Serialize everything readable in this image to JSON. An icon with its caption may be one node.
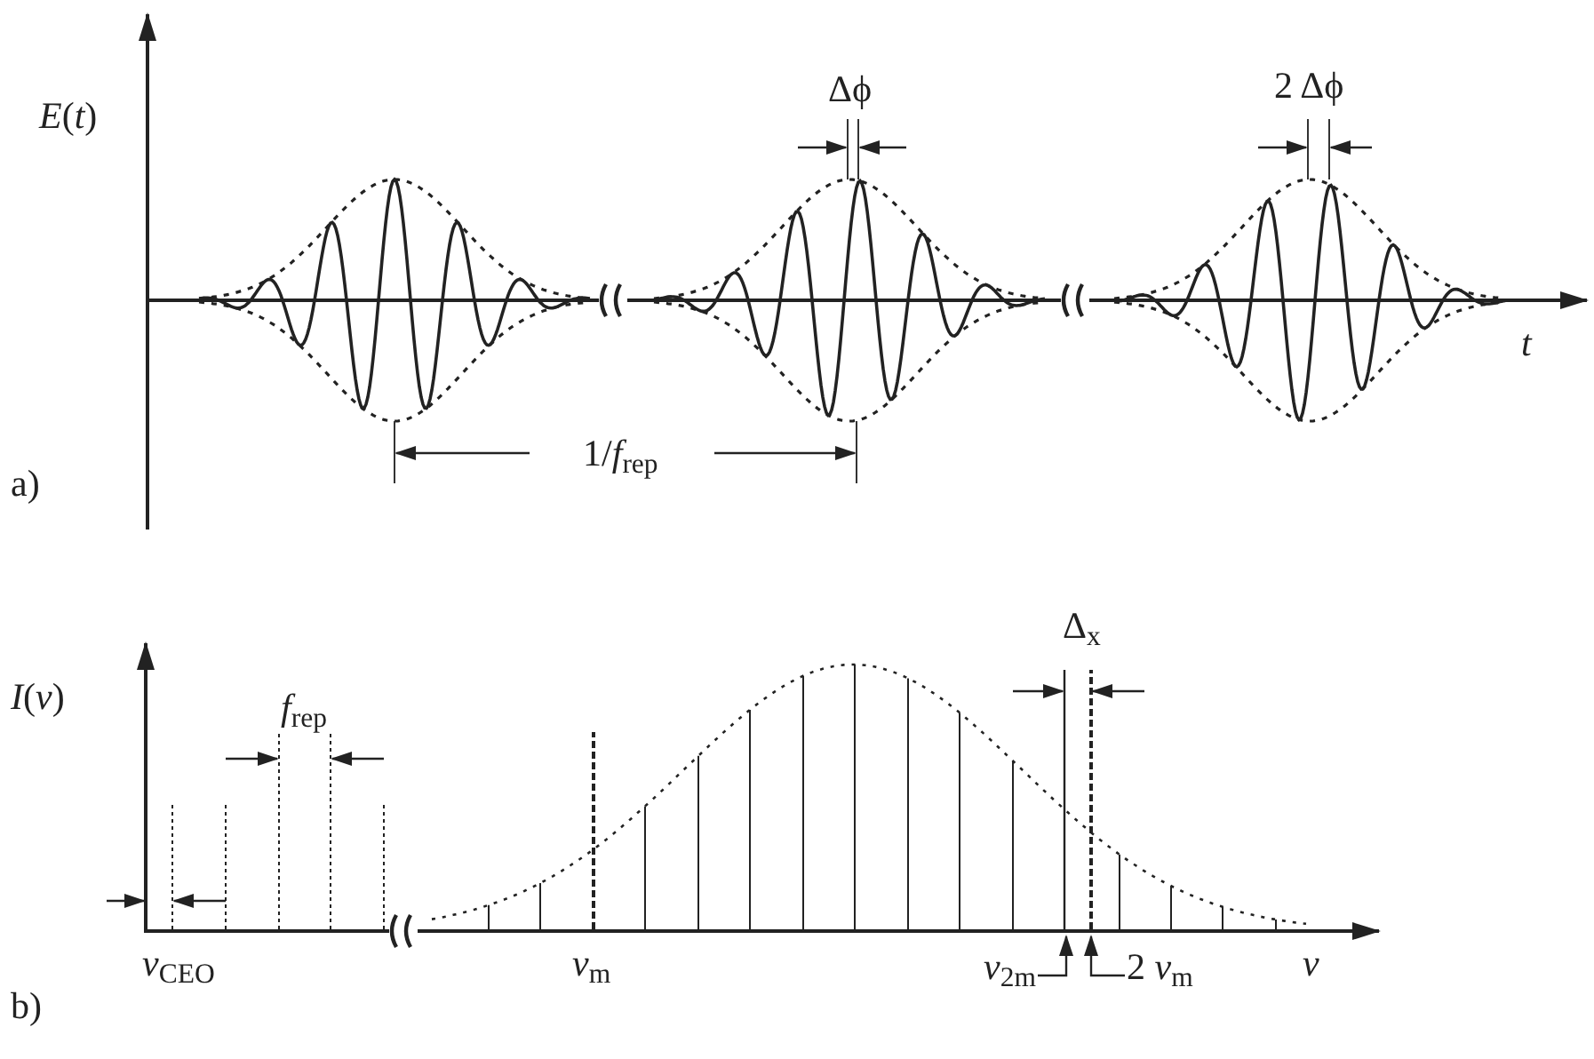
{
  "diagram": {
    "nodes": [
      {
        "text": [
          "*ν*$_{2m}$"
        ]
      },
      {
        "text": [
          "2 *ν*$_{m}$"
        ]
      }
    ],
    "edges": [
      {
        "from": 0,
        "to": null,
        "arrow": "to"
      },
      {
        "from": 1,
        "to": null,
        "arrow": "to"
      }
    ],
    "labels": [
      "*E*(*t*)",
      "*t*",
      "Δϕ",
      "2 Δϕ",
      "1/*f*$_{rep}$",
      "a)",
      "*I*(*ν*)",
      "*f*$_{rep}$",
      "Δ$_{x}$",
      "*ν*$_{CEO}$",
      "*ν*$_{m}$",
      "*ν*",
      "b)"
    ]
  }
}
